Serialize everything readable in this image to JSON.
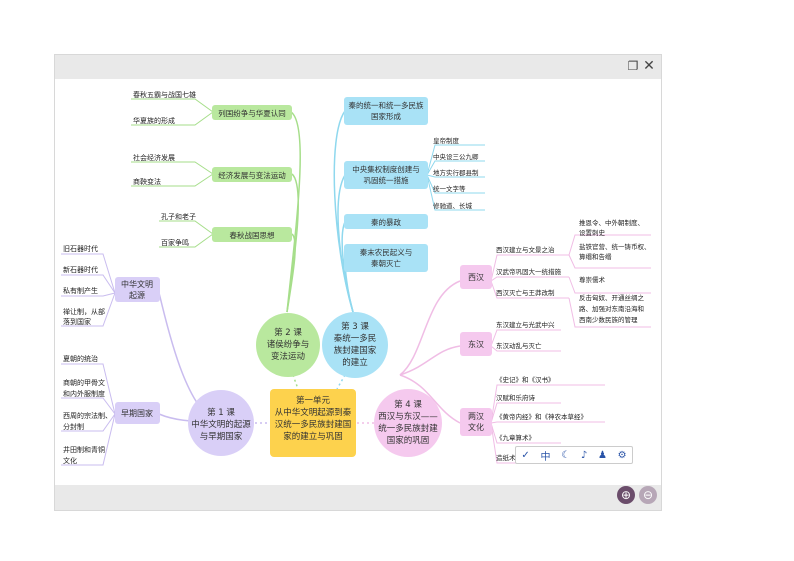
{
  "window": {
    "restore_icon": "restore-window-icon",
    "close_icon": "close-icon"
  },
  "toolbar": {
    "tools": [
      "✓",
      "中",
      "☾",
      "♪",
      "♟",
      "⚙"
    ],
    "zoom_in": "⊕",
    "zoom_out": "⊖"
  },
  "center": {
    "l1": "第一单元",
    "l2": "从中华文明起源到秦",
    "l3": "汉统一多民族封建国",
    "l4": "家的建立与巩固"
  },
  "l1": {
    "l1": "第 1 课",
    "l2": "中华文明的起源",
    "l3": "与早期国家"
  },
  "l2": {
    "l1": "第 2 课",
    "l2": "诸侯纷争与",
    "l3": "变法运动"
  },
  "l3": {
    "l1": "第 3 课",
    "l2": "秦统一多民",
    "l3": "族封建国家",
    "l4": "的建立"
  },
  "l4": {
    "l1": "第 4 课",
    "l2": "西汉与东汉——",
    "l3": "统一多民族封建",
    "l4": "国家的巩固"
  },
  "origin": {
    "l1": "中华文明",
    "l2": "起源",
    "items": [
      "旧石器时代",
      "新石器时代",
      "私有制产生",
      "禅让制，从部",
      "落到国家"
    ]
  },
  "early": {
    "label": "早期国家",
    "items": [
      "夏朝的统治",
      "商朝的甲骨文",
      "和内外服制度",
      "西周的宗法制、",
      "分封制",
      "井田制和青铜",
      "文化"
    ]
  },
  "l2topics": {
    "t1": "列国纷争与华夏认同",
    "t1items": [
      "春秋五霸与战国七雄",
      "华夏族的形成"
    ],
    "t2": "经济发展与变法运动",
    "t2items": [
      "社会经济发展",
      "商鞅变法"
    ],
    "t3": "春秋战国思想",
    "t3items": [
      "孔子和老子",
      "百家争鸣"
    ]
  },
  "l3topics": {
    "t1a": "秦的统一和统一多民族",
    "t1b": "国家形成",
    "t2a": "中央集权制度创建与",
    "t2b": "巩固统一措施",
    "t2items": [
      "皇帝制度",
      "中央设三公九卿",
      "地方实行郡县制",
      "统一文字等",
      "修驰道、长城"
    ],
    "t3": "秦的暴政",
    "t4a": "秦末农民起义与",
    "t4b": "秦朝灭亡"
  },
  "xihan": {
    "label": "西汉",
    "items": [
      "西汉建立与文景之治",
      "汉武帝巩固大一统措施",
      "西汉灭亡与王莽改制"
    ],
    "sub": [
      "推恩令、中外朝制度、",
      "设置刺史",
      "盐铁官营、统一铸币权、",
      "算缗和告缗",
      "尊崇儒术",
      "反击匈奴、开通丝绸之",
      "路、加强对东南沿海和",
      "西南少数民族的管理"
    ]
  },
  "donghan": {
    "label": "东汉",
    "items": [
      "东汉建立与光武中兴",
      "东汉动乱与灭亡"
    ]
  },
  "culture": {
    "l1": "两汉",
    "l2": "文化",
    "items": [
      "《史记》和《汉书》",
      "汉赋和乐府诗",
      "《黄帝内经》和《神农本草经》",
      "《九章算术》",
      "造纸术"
    ]
  }
}
